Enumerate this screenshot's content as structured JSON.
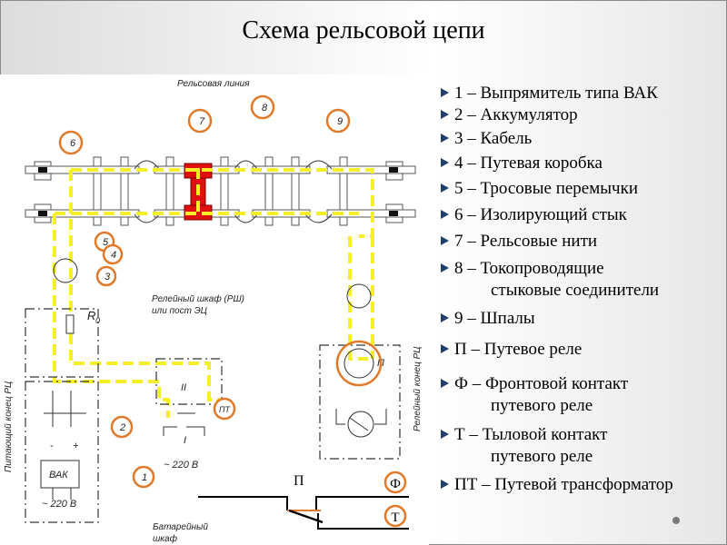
{
  "slide": {
    "title": "Схема рельсовой цепи"
  },
  "diagram": {
    "rail_line_label": "Рельсовая линия",
    "relay_cabinet_label_line1": "Релейный шкаф (РШ)",
    "relay_cabinet_label_line2": "или пост ЭЦ",
    "feed_end_label": "Питающий конец РЦ",
    "relay_end_label": "Релейный конец РЦ",
    "battery_cabinet_line1": "Батарейный",
    "battery_cabinet_line2": "шкаф",
    "rectifier_box": "ВАК",
    "voltage_feed": "~ 220 В",
    "voltage_transformer": "~ 220 В",
    "winding_secondary": "II",
    "winding_primary": "I",
    "resistor_label": "R",
    "resistor_sub": "0",
    "relay_symbol": "П",
    "minus": "-",
    "plus": "+",
    "callouts": [
      "1",
      "2",
      "3",
      "4",
      "5",
      "6",
      "7",
      "8",
      "9",
      "ПТ"
    ],
    "contact_diagram": {
      "relay": "П",
      "front": "Ф",
      "back": "Т"
    },
    "colors": {
      "signal_path": "#f5ef2a",
      "callout_ring": "#e07a2a",
      "rail_connector": "#e01010",
      "bullet": "#1f3f6e"
    }
  },
  "legend": [
    {
      "text": "1 – Выпрямитель типа ВАК"
    },
    {
      "text": "2 – Аккумулятор"
    },
    {
      "text": "3 – Кабель"
    },
    {
      "text": "4 – Путевая коробка"
    },
    {
      "text": "5 – Тросовые перемычки"
    },
    {
      "text": "6 – Изолирующий стык"
    },
    {
      "text": "7 – Рельсовые нити"
    },
    {
      "text": "8 – Токопроводящие",
      "cont": "стыковые соединители"
    },
    {
      "text": "9 – Шпалы"
    },
    {
      "text": "П – Путевое реле"
    },
    {
      "text": "Ф – Фронтовой контакт",
      "cont": "путевого реле"
    },
    {
      "text": "Т – Тыловой контакт",
      "cont": "путевого реле"
    },
    {
      "text": "ПТ – Путевой трансформатор"
    }
  ]
}
